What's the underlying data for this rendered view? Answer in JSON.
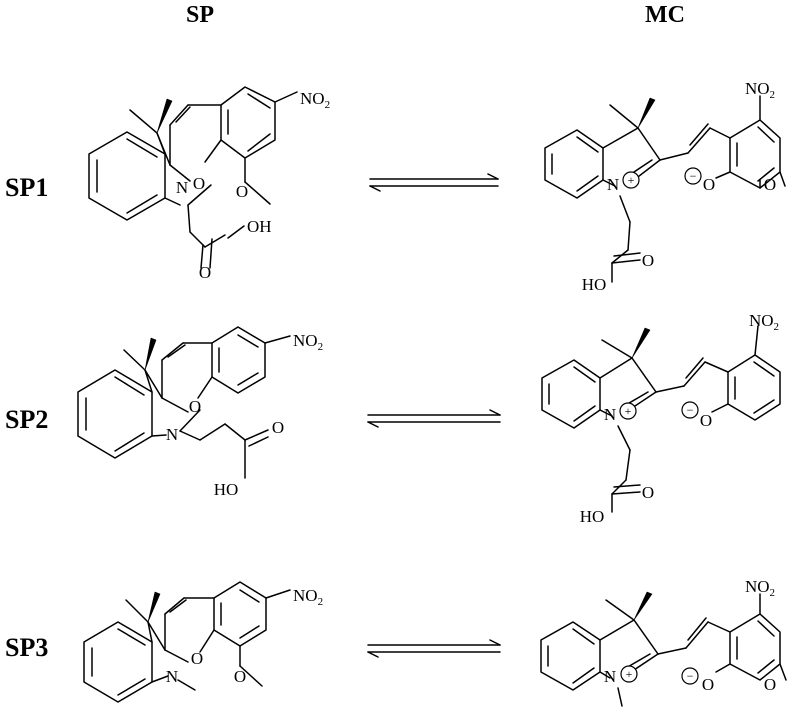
{
  "headers": {
    "left": "SP",
    "right": "MC"
  },
  "rows": [
    {
      "label": "SP1",
      "r_left": "COOH",
      "r_right": "COOH",
      "ring_sub": "OMe"
    },
    {
      "label": "SP2",
      "r_left": "COOH",
      "r_right": "COOH",
      "ring_sub": "none"
    },
    {
      "label": "SP3",
      "r_left": "Me",
      "r_right": "Me",
      "ring_sub": "OMe"
    }
  ],
  "atoms": {
    "N": "N",
    "O": "O",
    "OH_right": "OH",
    "OH_left": "HO",
    "NO": "NO",
    "sub2": "2",
    "plus": "+",
    "minus": "−"
  },
  "equilibrium": "reversible"
}
